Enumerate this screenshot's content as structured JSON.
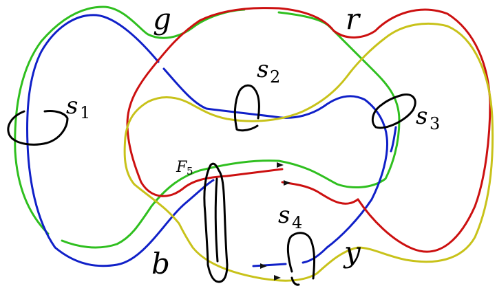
{
  "colors": {
    "green": "#2fbf1f",
    "blue": "#1020c8",
    "red": "#cc1010",
    "yellow": "#c8c21a",
    "black": "#000000"
  },
  "labels": {
    "g": "g",
    "r": "r",
    "b": "b",
    "y": "y",
    "s1": "s",
    "s1_sub": "1",
    "s2": "s",
    "s2_sub": "2",
    "s3": "s",
    "s3_sub": "3",
    "s4": "s",
    "s4_sub": "4",
    "F5": "F",
    "F5_sub": "5"
  }
}
